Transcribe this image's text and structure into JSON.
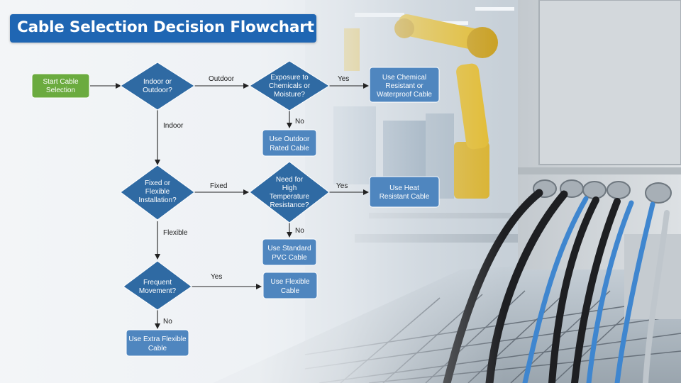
{
  "title": "Cable Selection Decision Flowchart",
  "colors": {
    "title_bg": "#1f66b3",
    "start_node": "#6bab3f",
    "decision_node": "#2f6aa3",
    "action_node": "#4f86bf",
    "arrow": "#222222"
  },
  "nodes": {
    "start": {
      "lines": [
        "Start Cable",
        "Selection"
      ]
    },
    "indoor_outdoor": {
      "lines": [
        "Indoor or",
        "Outdoor?"
      ]
    },
    "exposure": {
      "lines": [
        "Exposure to",
        "Chemicals or",
        "Moisture?"
      ]
    },
    "chemical_cable": {
      "lines": [
        "Use Chemical",
        "Resistant or",
        "Waterproof Cable"
      ]
    },
    "outdoor_cable": {
      "lines": [
        "Use Outdoor",
        "Rated Cable"
      ]
    },
    "fixed_flexible": {
      "lines": [
        "Fixed or",
        "Flexible",
        "Installation?"
      ]
    },
    "high_temp": {
      "lines": [
        "Need for",
        "High",
        "Temperature",
        "Resistance?"
      ]
    },
    "heat_cable": {
      "lines": [
        "Use Heat",
        "Resistant Cable"
      ]
    },
    "pvc_cable": {
      "lines": [
        "Use Standard",
        "PVC Cable"
      ]
    },
    "frequent_movement": {
      "lines": [
        "Frequent",
        "Movement?"
      ]
    },
    "flexible_cable": {
      "lines": [
        "Use Flexible",
        "Cable"
      ]
    },
    "extra_flexible_cable": {
      "lines": [
        "Use Extra Flexible",
        "Cable"
      ]
    }
  },
  "edges": {
    "outdoor": "Outdoor",
    "indoor": "Indoor",
    "exposure_yes": "Yes",
    "exposure_no": "No",
    "fixed": "Fixed",
    "flexible": "Flexible",
    "temp_yes": "Yes",
    "temp_no": "No",
    "movement_yes": "Yes",
    "movement_no": "No"
  }
}
